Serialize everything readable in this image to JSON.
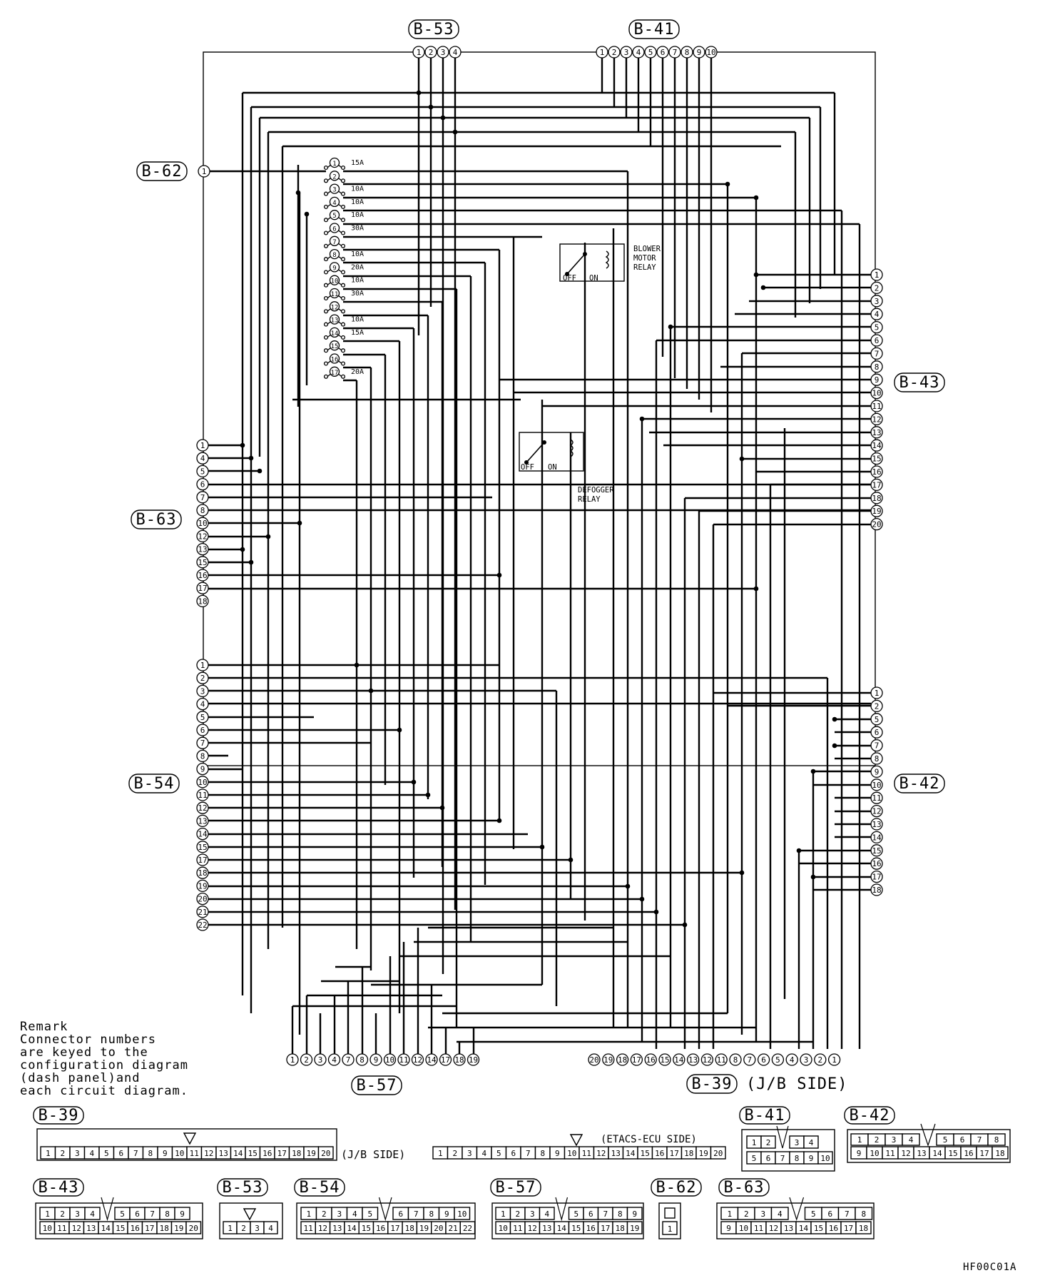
{
  "diagram_id": "HF00C01A",
  "remark": [
    "Remark",
    "Connector numbers",
    "are keyed to the",
    "configuration diagram",
    "(dash panel)and",
    "each circuit diagram."
  ],
  "connectors": {
    "b53": {
      "name": "B-53",
      "pins": [
        "1",
        "2",
        "3",
        "4"
      ]
    },
    "b41": {
      "name": "B-41",
      "pins": [
        "1",
        "2",
        "3",
        "4",
        "5",
        "6",
        "7",
        "8",
        "9",
        "10"
      ]
    },
    "b62": {
      "name": "B-62",
      "pins": [
        "1"
      ]
    },
    "b63": {
      "name": "B-63",
      "pins": [
        "1",
        "4",
        "5",
        "6",
        "7",
        "8",
        "10",
        "12",
        "13",
        "15",
        "16",
        "17",
        "18"
      ]
    },
    "b54": {
      "name": "B-54",
      "pins": [
        "1",
        "2",
        "3",
        "4",
        "5",
        "6",
        "7",
        "8",
        "9",
        "10",
        "11",
        "12",
        "13",
        "14",
        "15",
        "17",
        "18",
        "19",
        "20",
        "21",
        "22"
      ]
    },
    "b43": {
      "name": "B-43",
      "pins": [
        "1",
        "2",
        "3",
        "4",
        "5",
        "6",
        "7",
        "8",
        "9",
        "10",
        "11",
        "12",
        "13",
        "14",
        "15",
        "16",
        "17",
        "18",
        "19",
        "20"
      ]
    },
    "b42": {
      "name": "B-42",
      "pins": [
        "1",
        "2",
        "5",
        "6",
        "7",
        "8",
        "9",
        "10",
        "11",
        "12",
        "13",
        "14",
        "15",
        "16",
        "17",
        "18"
      ]
    },
    "b57": {
      "name": "B-57",
      "pins": [
        "1",
        "2",
        "3",
        "4",
        "7",
        "8",
        "9",
        "10",
        "11",
        "12",
        "14",
        "17",
        "18",
        "19"
      ]
    },
    "b39": {
      "name": "B-39",
      "side": "(J/B SIDE)",
      "pins": [
        "20",
        "19",
        "18",
        "17",
        "16",
        "15",
        "14",
        "13",
        "12",
        "11",
        "8",
        "7",
        "6",
        "5",
        "4",
        "3",
        "2",
        "1"
      ]
    }
  },
  "fuses": [
    {
      "n": "1",
      "rating": "15A"
    },
    {
      "n": "2",
      "rating": ""
    },
    {
      "n": "3",
      "rating": "10A"
    },
    {
      "n": "4",
      "rating": "10A"
    },
    {
      "n": "5",
      "rating": "10A"
    },
    {
      "n": "6",
      "rating": "30A"
    },
    {
      "n": "7",
      "rating": ""
    },
    {
      "n": "8",
      "rating": "10A"
    },
    {
      "n": "9",
      "rating": "20A"
    },
    {
      "n": "10",
      "rating": "10A"
    },
    {
      "n": "11",
      "rating": "30A"
    },
    {
      "n": "12",
      "rating": ""
    },
    {
      "n": "13",
      "rating": "10A"
    },
    {
      "n": "14",
      "rating": "15A"
    },
    {
      "n": "15",
      "rating": ""
    },
    {
      "n": "16",
      "rating": ""
    },
    {
      "n": "17",
      "rating": "20A"
    }
  ],
  "relays": {
    "blower": {
      "label": [
        "BLOWER",
        "MOTOR",
        "RELAY"
      ],
      "off": "OFF",
      "on": "ON"
    },
    "defogger": {
      "label": [
        "DEFOGGER",
        "RELAY"
      ],
      "off": "OFF",
      "on": "ON"
    }
  },
  "legend": {
    "b39_title": "B-39",
    "jb_side": "(J/B SIDE)",
    "etacs_side": "(ETACS-ECU SIDE)",
    "b39_row": [
      "1",
      "2",
      "3",
      "4",
      "5",
      "6",
      "7",
      "8",
      "9",
      "10",
      "11",
      "12",
      "13",
      "14",
      "15",
      "16",
      "17",
      "18",
      "19",
      "20"
    ],
    "b41_title": "B-41",
    "b41_top": [
      "1",
      "2",
      "",
      "3",
      "4"
    ],
    "b41_bot": [
      "5",
      "6",
      "7",
      "8",
      "9",
      "10"
    ],
    "b42_title": "B-42",
    "b42_top": [
      "1",
      "2",
      "3",
      "4",
      "",
      "5",
      "6",
      "7",
      "8"
    ],
    "b42_bot": [
      "9",
      "10",
      "11",
      "12",
      "13",
      "14",
      "15",
      "16",
      "17",
      "18"
    ],
    "b43_title": "B-43",
    "b43_top": [
      "1",
      "2",
      "3",
      "4",
      "",
      "5",
      "6",
      "7",
      "8",
      "9"
    ],
    "b43_bot": [
      "10",
      "11",
      "12",
      "13",
      "14",
      "15",
      "16",
      "17",
      "18",
      "19",
      "20"
    ],
    "b53_title": "B-53",
    "b53_row": [
      "1",
      "2",
      "3",
      "4"
    ],
    "b54_title": "B-54",
    "b54_top": [
      "1",
      "2",
      "3",
      "4",
      "5",
      "",
      "6",
      "7",
      "8",
      "9",
      "10"
    ],
    "b54_bot": [
      "11",
      "12",
      "13",
      "14",
      "15",
      "16",
      "17",
      "18",
      "19",
      "20",
      "21",
      "22"
    ],
    "b57_title": "B-57",
    "b57_top": [
      "1",
      "2",
      "3",
      "4",
      "",
      "5",
      "6",
      "7",
      "8",
      "9"
    ],
    "b57_bot": [
      "10",
      "11",
      "12",
      "13",
      "14",
      "15",
      "16",
      "17",
      "18",
      "19"
    ],
    "b62_title": "B-62",
    "b62_pin": "1",
    "b63_title": "B-63",
    "b63_top": [
      "1",
      "2",
      "3",
      "4",
      "",
      "5",
      "6",
      "7",
      "8"
    ],
    "b63_bot": [
      "9",
      "10",
      "11",
      "12",
      "13",
      "14",
      "15",
      "16",
      "17",
      "18"
    ]
  }
}
